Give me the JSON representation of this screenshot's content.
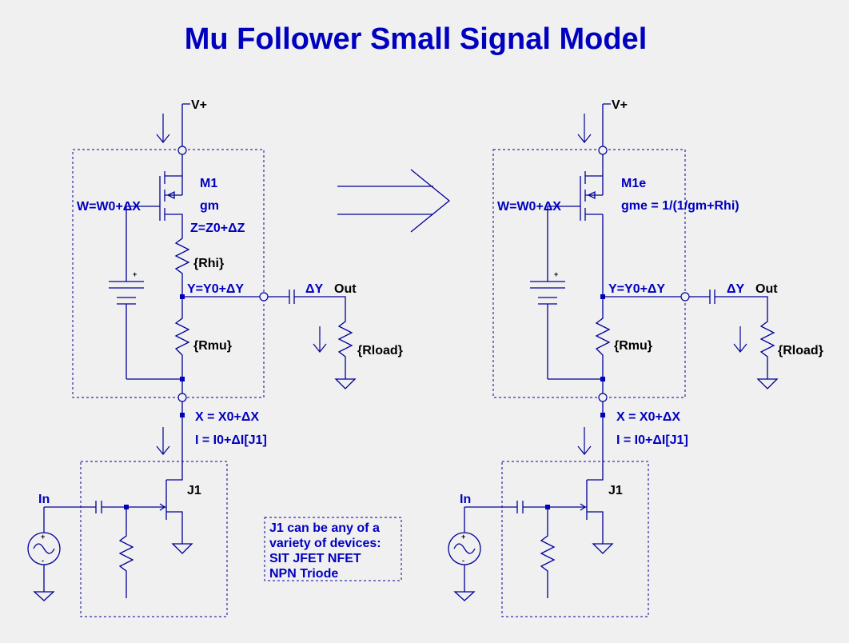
{
  "title": "Mu Follower Small Signal Model",
  "left": {
    "vplus": "V+",
    "mosfet_name": "M1",
    "mosfet_param": "gm",
    "w_label": "W=W0+ΔX",
    "z_label": "Z=Z0+ΔZ",
    "rhi": "{Rhi}",
    "y_label": "Y=Y0+ΔY",
    "dy": "ΔY",
    "out": "Out",
    "rmu": "{Rmu}",
    "rload": "{Rload}",
    "x_label": "X = X0+ΔX",
    "i_label": "I = I0+ΔI[J1]",
    "jfet_name": "J1",
    "in": "In"
  },
  "right": {
    "vplus": "V+",
    "mosfet_name": "M1e",
    "mosfet_param": "gme = 1/(1/gm+Rhi)",
    "w_label": "W=W0+ΔX",
    "y_label": "Y=Y0+ΔY",
    "dy": "ΔY",
    "out": "Out",
    "rmu": "{Rmu}",
    "rload": "{Rload}",
    "x_label": "X = X0+ΔX",
    "i_label": "I = I0+ΔI[J1]",
    "jfet_name": "J1",
    "in": "In"
  },
  "note": {
    "line1": "J1 can be any of a",
    "line2": "variety of devices:",
    "line3": "SIT JFET NFET",
    "line4": "NPN Triode"
  },
  "colors": {
    "wire": "#00009a",
    "label_blue": "#0000c0",
    "background": "#f0f0f0"
  }
}
